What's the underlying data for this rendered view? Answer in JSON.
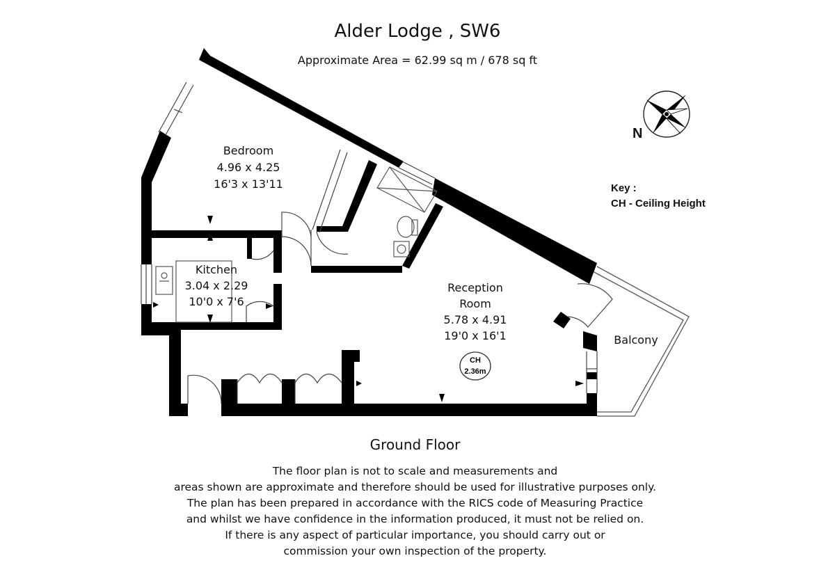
{
  "header": {
    "title": "Alder Lodge , SW6",
    "area": "Approximate Area =  62.99 sq m / 678 sq ft"
  },
  "rooms": {
    "bedroom": {
      "name": "Bedroom",
      "metric": "4.96 x 4.25",
      "imperial": "16'3 x 13'11"
    },
    "kitchen": {
      "name": "Kitchen",
      "metric": "3.04 x 2.29",
      "imperial": "10'0 x 7'6"
    },
    "reception": {
      "name_line1": "Reception",
      "name_line2": "Room",
      "metric": "5.78 x 4.91",
      "imperial": "19'0 x 16'1"
    },
    "balcony": {
      "name": "Balcony"
    }
  },
  "ceiling": {
    "label": "CH",
    "value": "2.36m"
  },
  "key": {
    "title": "Key :",
    "entry": "CH - Ceiling Height"
  },
  "compass": {
    "north_label": "N",
    "icon": "compass-rose-icon"
  },
  "floor": {
    "name": "Ground Floor"
  },
  "disclaimer": {
    "lines": [
      "The floor plan is not to scale and measurements and",
      "areas shown are approximate and therefore should be used for illustrative purposes only.",
      "The plan has been prepared in accordance with the RICS code of Measuring Practice",
      "and whilst we have confidence in the information produced, it must not be relied on.",
      "If there is any aspect of particular importance, you should carry out or",
      "commission your own inspection of the property."
    ]
  },
  "colors": {
    "wall": "#000000",
    "background": "#ffffff",
    "fixture": "#555555"
  }
}
